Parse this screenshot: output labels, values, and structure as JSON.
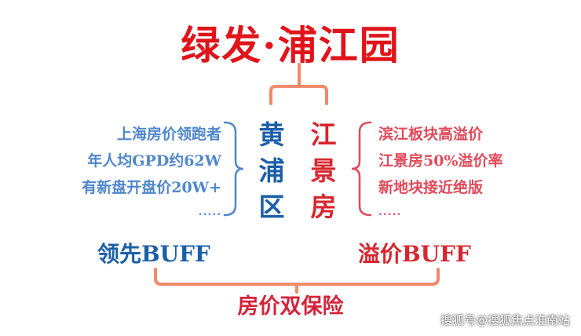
{
  "title": "绿发·浦江园",
  "center": {
    "left_column": [
      "黄",
      "浦",
      "区"
    ],
    "right_column": [
      "江",
      "景",
      "房"
    ]
  },
  "left_notes": [
    "上海房价领跑者",
    "年人均GPD约62W",
    "有新盘开盘价20W+",
    "....."
  ],
  "right_notes": [
    "滨江板块高溢价",
    "江景房50%溢价率",
    "新地块接近绝版",
    "....."
  ],
  "left_buff": "领先BUFF",
  "right_buff": "溢价BUFF",
  "bottom_label": "房价双保险",
  "watermark": "搜狐号@搜狐焦点淮南站",
  "colors": {
    "title": "#e0141a",
    "blue": "#1b5fa8",
    "light_blue": "#4f87cc",
    "red": "#d8262f",
    "pink": "#e04a5a",
    "connector": "#ef8a6a"
  }
}
